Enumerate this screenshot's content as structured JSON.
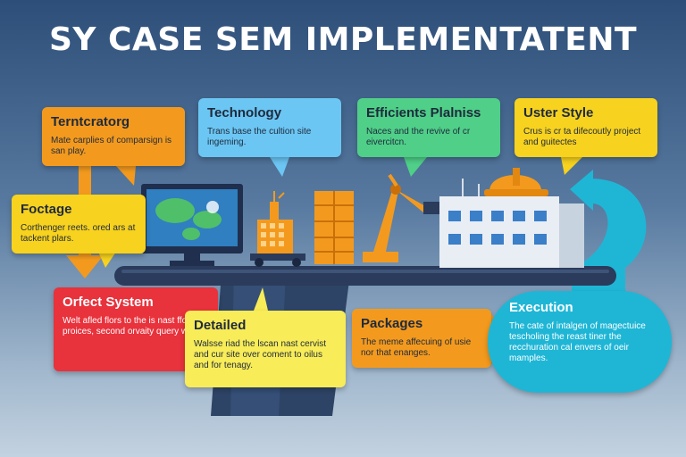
{
  "title": "SY CASE SEM IMPLEMENTATENT",
  "colors": {
    "orange": "#f39a1e",
    "blue": "#6bc6f3",
    "green": "#4fcf88",
    "yellow": "#f7d21e",
    "red": "#e8323c",
    "cyan": "#1fb6d6",
    "paleYellow": "#f8ec58"
  },
  "boxes": {
    "terntcratorg": {
      "title": "Terntcratorg",
      "body": "Mate carplies of comparsign is san play."
    },
    "technology": {
      "title": "Technology",
      "body": "Trans base the cultion site ingeming."
    },
    "efficients": {
      "title": "Efficients Plalniss",
      "body": "Naces and the revive of cr eivercitcn."
    },
    "uster": {
      "title": "Uster Style",
      "body": "Crus is cr ta difecoutly project and guitectes"
    },
    "foctage": {
      "title": "Foctage",
      "body": "Corthenger reets. ored ars at tackent plars."
    },
    "orfect": {
      "title": "Orfect System",
      "body": "Welt afled flors to the is nast ffond proices, second orvaity query wronti."
    },
    "detailed": {
      "title": "Detailed",
      "body": "Walsse riad the lscan nast cervist and cur site over coment to oilus and for tenagy."
    },
    "packages": {
      "title": "Packages",
      "body": "The meme affecuing of usie nor that enanges."
    },
    "execution": {
      "title": "Execution",
      "body": "The cate of intalgen of magectuice tescholing the reast tiner the recchuration cal envers of oeir mamples."
    }
  }
}
